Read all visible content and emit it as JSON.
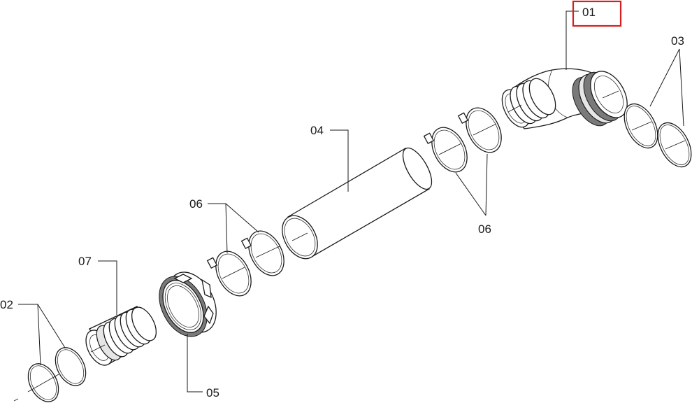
{
  "diagram": {
    "callouts": {
      "c01": "01",
      "c02": "02",
      "c03": "03",
      "c04": "04",
      "c05": "05",
      "c06a": "06",
      "c06b": "06",
      "c07": "07"
    },
    "highlight_color": "#d62020",
    "selected_callout": "01"
  }
}
